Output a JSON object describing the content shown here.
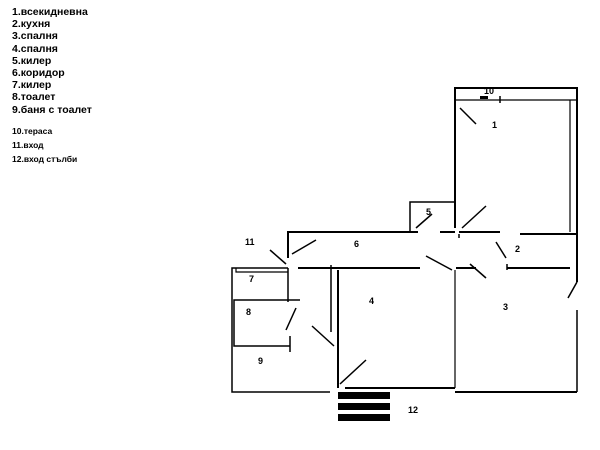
{
  "legend": {
    "rooms": [
      "1.всекидневна",
      "2.кухня",
      "3.спалня",
      "4.спалня",
      "5.килер",
      "6.коридор",
      "7.килер",
      "8.тоалет",
      "9.баня с тоалет"
    ],
    "extras": [
      "10.тераса",
      "11.вход",
      "12.вход стълби"
    ]
  },
  "plan_labels": {
    "r1": "1",
    "r2": "2",
    "r3": "3",
    "r4": "4",
    "r5": "5",
    "r6": "6",
    "r7": "7",
    "r8": "8",
    "r9": "9",
    "r10": "10",
    "r11": "11",
    "r12": "12"
  }
}
